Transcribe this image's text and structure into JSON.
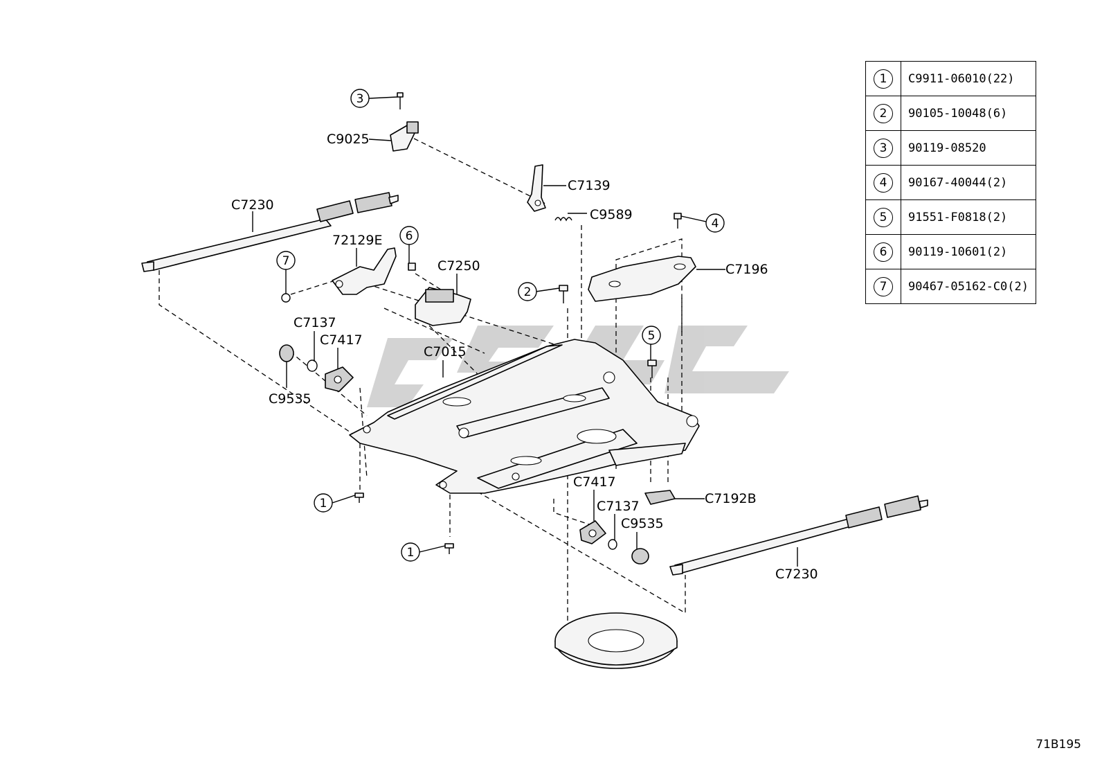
{
  "diagram_code": "71B195",
  "callouts": [
    {
      "key": "c9025",
      "text": "C9025"
    },
    {
      "key": "c7139",
      "text": "C7139"
    },
    {
      "key": "c9589",
      "text": "C9589"
    },
    {
      "key": "c7230a",
      "text": "C7230"
    },
    {
      "key": "c72129e",
      "text": "72129E"
    },
    {
      "key": "c7250",
      "text": "C7250"
    },
    {
      "key": "c7196",
      "text": "C7196"
    },
    {
      "key": "c7137a",
      "text": "C7137"
    },
    {
      "key": "c7417a",
      "text": "C7417"
    },
    {
      "key": "c7015",
      "text": "C7015"
    },
    {
      "key": "c9535a",
      "text": "C9535"
    },
    {
      "key": "c7417b",
      "text": "C7417"
    },
    {
      "key": "c7137b",
      "text": "C7137"
    },
    {
      "key": "c9535b",
      "text": "C9535"
    },
    {
      "key": "c7192b",
      "text": "C7192B"
    },
    {
      "key": "c7230b",
      "text": "C7230"
    }
  ],
  "markers": {
    "m1a": "1",
    "m1b": "1",
    "m2": "2",
    "m3": "3",
    "m4": "4",
    "m5": "5",
    "m6": "6",
    "m7": "7"
  },
  "legend": [
    {
      "num": "1",
      "part": "C9911-06010(22)"
    },
    {
      "num": "2",
      "part": "90105-10048(6)"
    },
    {
      "num": "3",
      "part": "90119-08520"
    },
    {
      "num": "4",
      "part": "90167-40044(2)"
    },
    {
      "num": "5",
      "part": "91551-F0818(2)"
    },
    {
      "num": "6",
      "part": "90119-10601(2)"
    },
    {
      "num": "7",
      "part": "90467-05162-C0(2)"
    }
  ]
}
